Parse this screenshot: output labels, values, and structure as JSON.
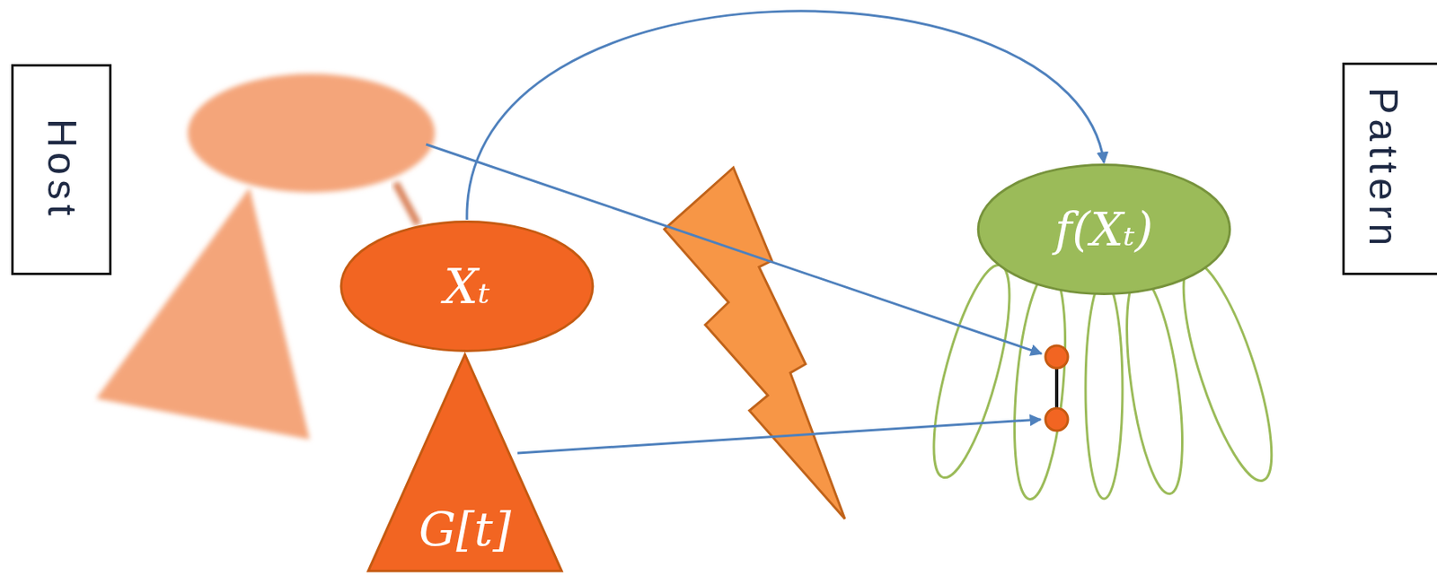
{
  "diagram": {
    "nodes": [
      {
        "text": [
          "Host"
        ]
      },
      {
        "text": [
          "Xₜ"
        ]
      },
      {
        "text": [
          "G[t]"
        ]
      },
      {
        "text": [
          "f(Xₜ)"
        ]
      },
      {
        "text": [
          "Pattern"
        ]
      }
    ],
    "edges": [
      {
        "from": 1,
        "to": 3,
        "arrow": "to"
      }
    ]
  }
}
